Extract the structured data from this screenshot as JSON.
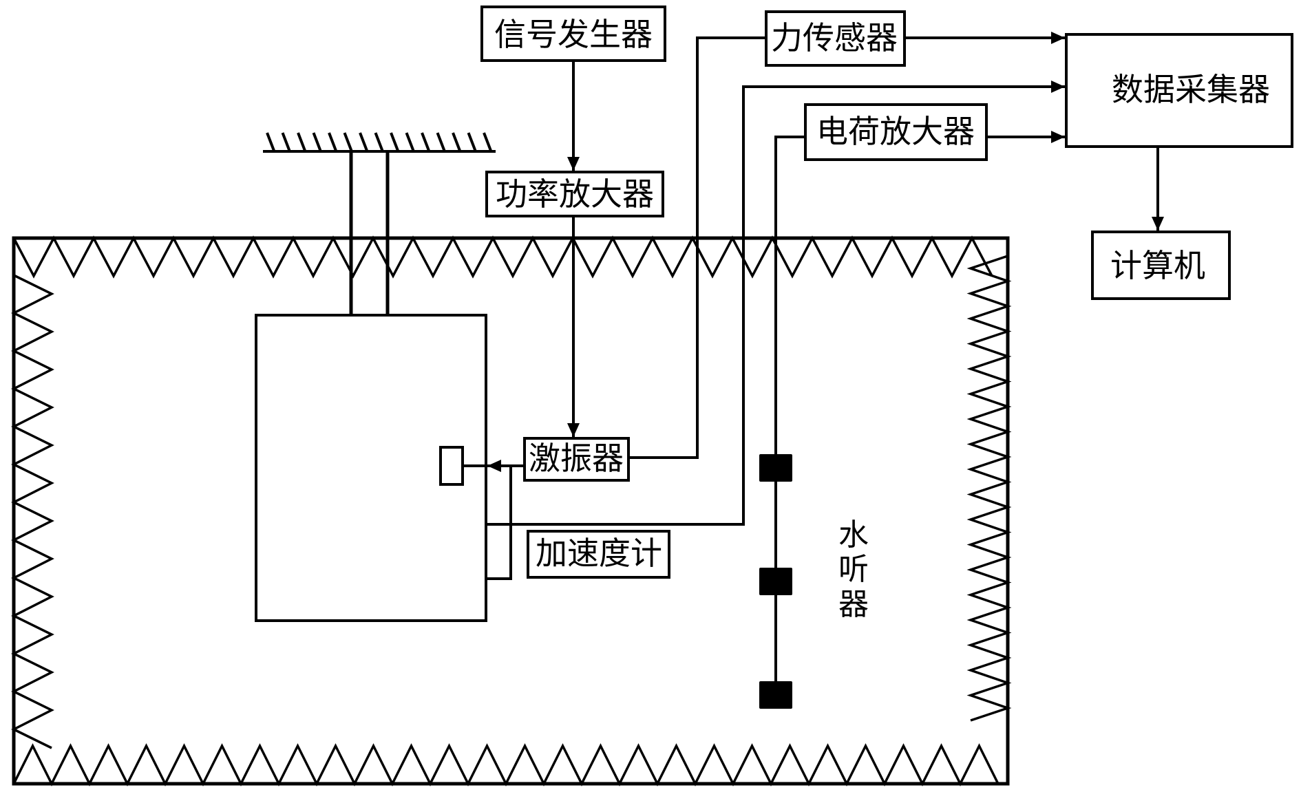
{
  "diagram": {
    "type": "experimental-setup-block-diagram",
    "stroke_color": "#000000",
    "background_color": "#ffffff",
    "blocks": {
      "signal_generator": "信号发生器",
      "power_amplifier": "功率放大器",
      "shaker": "激振器",
      "force_sensor": "力传感器",
      "charge_amplifier": "电荷放大器",
      "data_acquisition": "数据采集器",
      "computer": "计算机",
      "accelerometer": "加速度计"
    },
    "labels": {
      "hydrophone": [
        "水",
        "听",
        "器"
      ]
    },
    "hydrophone_count": 3,
    "connections": [
      {
        "from": "signal_generator",
        "to": "power_amplifier"
      },
      {
        "from": "power_amplifier",
        "to": "shaker"
      },
      {
        "from": "shaker",
        "to": "structure"
      },
      {
        "from": "shaker",
        "to": "force_sensor"
      },
      {
        "from": "force_sensor",
        "to": "data_acquisition"
      },
      {
        "from": "accelerometer",
        "to": "data_acquisition"
      },
      {
        "from": "hydrophones",
        "to": "charge_amplifier"
      },
      {
        "from": "charge_amplifier",
        "to": "data_acquisition"
      },
      {
        "from": "data_acquisition",
        "to": "computer"
      }
    ]
  }
}
